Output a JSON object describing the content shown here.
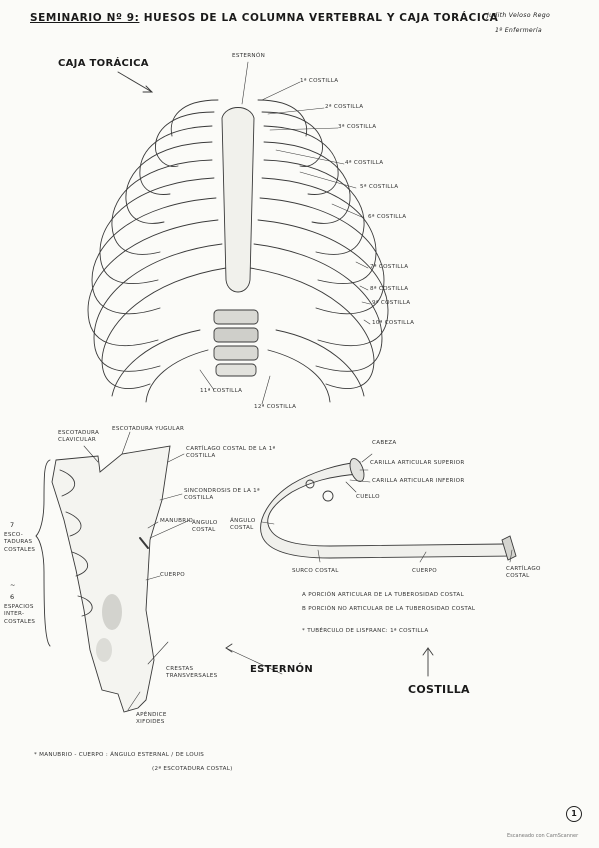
{
  "header": {
    "title_prefix": "Seminario Nº 9:",
    "title_rest": "Huesos de la columna vertebral y caja torácica",
    "author_name": "Judith Veloso Rego",
    "author_course": "1º Enfermería"
  },
  "thorax": {
    "caption": "CAJA TORÁCICA",
    "labels": {
      "sternum": "ESTERNÓN",
      "rib1": "1ª COSTILLA",
      "rib2": "2ª COSTILLA",
      "rib3": "3ª COSTILLA",
      "rib4": "4ª COSTILLA",
      "rib5": "5ª COSTILLA",
      "rib6": "6ª COSTILLA",
      "rib7": "7ª COSTILLA",
      "rib8": "8ª COSTILLA",
      "rib9": "9ª COSTILLA",
      "rib10": "10ª COSTILLA",
      "rib11": "11ª COSTILLA",
      "rib12": "12ª COSTILLA"
    }
  },
  "sternum": {
    "caption": "ESTERNÓN",
    "labels": {
      "clavicular_notch": "ESCOTADURA CLAVICULAR",
      "jugular_notch": "ESCOTADURA YUGULAR",
      "costal_cartilage": "CARTÍLAGO COSTAL DE LA 1ª COSTILLA",
      "rib1_synchondrosis": "SINCONDROSIS DE LA 1ª COSTILLA",
      "manubrium": "MANUBRIO",
      "sternal_angle": "ÁNGULO COSTAL",
      "body": "CUERPO",
      "transverse_ridges": "CRESTAS TRANSVERSALES",
      "xiphoid": "APÉNDICE XIFOIDES",
      "notches_count": "7",
      "notches_text": "ESCO-TADURAS COSTALES",
      "tilde": "~",
      "spaces_count": "6",
      "spaces_text": "ESPACIOS INTER-COSTALES"
    }
  },
  "rib": {
    "caption": "COSTILLA",
    "labels": {
      "head": "CABEZA",
      "upper_facet": "CARILLA ARTICULAR SUPERIOR",
      "lower_facet": "CARILLA ARTICULAR INFERIOR",
      "neck": "CUELLO",
      "angle": "ÁNGULO COSTAL",
      "groove": "SURCO COSTAL",
      "body": "CUERPO",
      "cartilage": "CARTÍLAGO COSTAL"
    },
    "legend": [
      {
        "marker": "a",
        "text": "PORCIÓN ARTICULAR DE LA TUBEROSIDAD COSTAL"
      },
      {
        "marker": "b",
        "text": "PORCIÓN NO ARTICULAR DE LA TUBEROSIDAD COSTAL"
      },
      {
        "marker": "*",
        "text": "TUBÉRCULO DE LISFRANC: 1ª COSTILLA"
      }
    ]
  },
  "footnote": {
    "line1": "* MANUBRIO - CUERPO : ÁNGULO ESTERNAL / DE LOUIS",
    "line2": "(2ª ESCOTADURA COSTAL)"
  },
  "page_number": "1",
  "watermark": "Escaneado con CamScanner"
}
